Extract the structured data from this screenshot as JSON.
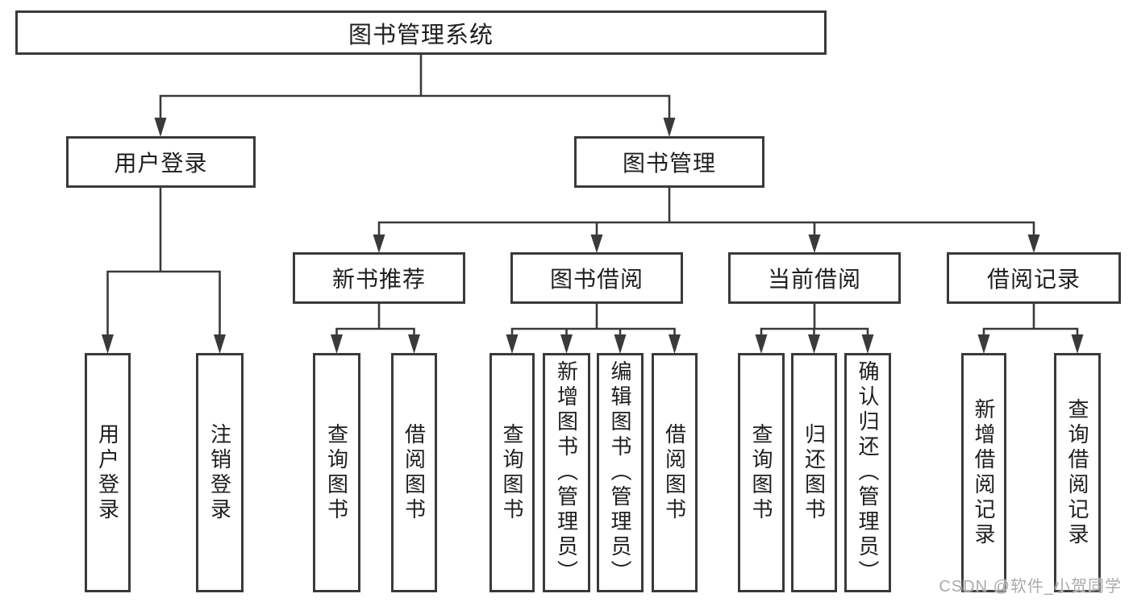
{
  "diagram": {
    "title": "图书管理系统",
    "watermark": "CSDN @软件_小贺同学",
    "colors": {
      "background": "#ffffff",
      "line": "#3a3a3a",
      "box_border": "#3a3a3a",
      "text": "#1e1e1e",
      "watermark_text": "#ababab"
    },
    "tree": {
      "root_label": "图书管理系统",
      "branches": {
        "user_login": {
          "label": "用户登录",
          "children": [
            "用户登录",
            "注销登录"
          ]
        },
        "book_mgmt": {
          "label": "图书管理",
          "sections": {
            "new_rec": {
              "label": "新书推荐",
              "children": [
                "查询图书",
                "借阅图书"
              ]
            },
            "book_borrow": {
              "label": "图书借阅",
              "children": [
                "查询图书",
                "新增图书（管理员）",
                "编辑图书（管理员）",
                "借阅图书"
              ]
            },
            "current_borrow": {
              "label": "当前借阅",
              "children": [
                "查询图书",
                "归还图书",
                "确认归还（管理员）"
              ]
            },
            "borrow_records": {
              "label": "借阅记录",
              "children": [
                "新增借阅记录",
                "查询借阅记录"
              ]
            }
          }
        }
      }
    }
  }
}
